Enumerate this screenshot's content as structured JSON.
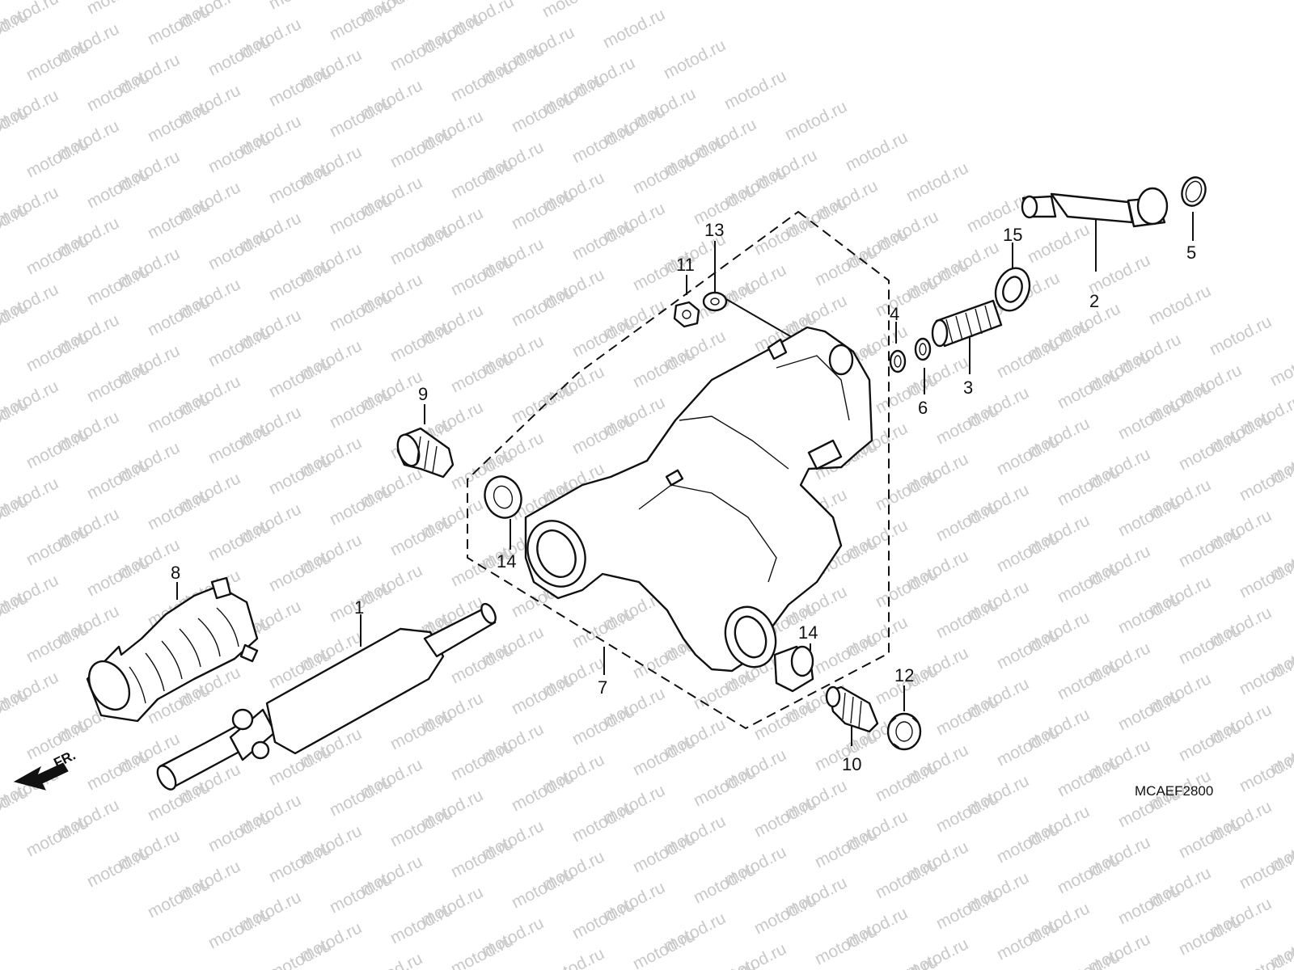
{
  "watermark": {
    "text": "motod.ru"
  },
  "diagram_code": "MCAEF2800",
  "front_indicator": {
    "label": "FR."
  },
  "callouts": [
    {
      "id": "c1",
      "label": "1"
    },
    {
      "id": "c2",
      "label": "2"
    },
    {
      "id": "c3",
      "label": "3"
    },
    {
      "id": "c4",
      "label": "4"
    },
    {
      "id": "c5",
      "label": "5"
    },
    {
      "id": "c6",
      "label": "6"
    },
    {
      "id": "c7",
      "label": "7"
    },
    {
      "id": "c8",
      "label": "8"
    },
    {
      "id": "c9",
      "label": "9"
    },
    {
      "id": "c10",
      "label": "10"
    },
    {
      "id": "c11",
      "label": "11"
    },
    {
      "id": "c12",
      "label": "12"
    },
    {
      "id": "c13",
      "label": "13"
    },
    {
      "id": "c14a",
      "label": "14"
    },
    {
      "id": "c14b",
      "label": "14"
    },
    {
      "id": "c15",
      "label": "15"
    }
  ],
  "colors": {
    "line": "#111111",
    "watermark": "#c9c9c9",
    "background": "#ffffff"
  }
}
